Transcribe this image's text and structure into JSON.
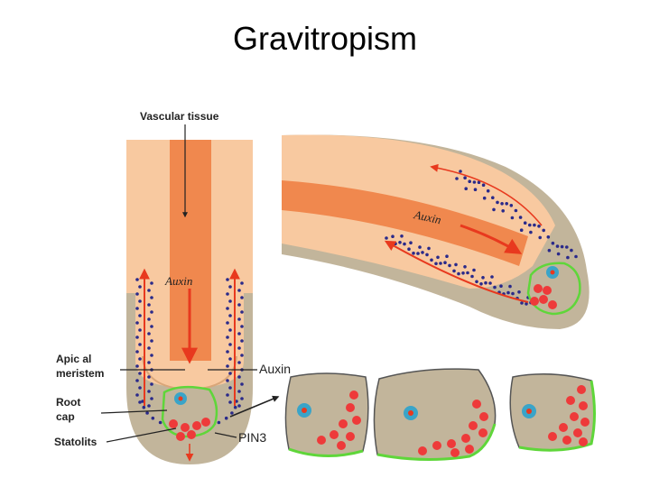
{
  "slide": {
    "title": "Gravitropism"
  },
  "labels": {
    "vascular_tissue": "Vascular tissue",
    "auxin_vertical": "Auxin",
    "auxin_bent": "Auxin",
    "apical_meristem_line1": "Apic al",
    "apical_meristem_line2": "meristem",
    "auxin_side": "Auxin",
    "root_cap_line1": "Root",
    "root_cap_line2": "cap",
    "statolits": "Statolits",
    "pin3": "PIN3"
  },
  "colors": {
    "root_tissue": "#f8c9a0",
    "vascular": "#f0884e",
    "root_cap": "#c2b59b",
    "auxin_arrow": "#e8391e",
    "auxin_dots": "#2a2a8a",
    "statolith": "#ee3a3a",
    "nucleus": "#3aa4c8",
    "pin3": "#5fd63a"
  }
}
